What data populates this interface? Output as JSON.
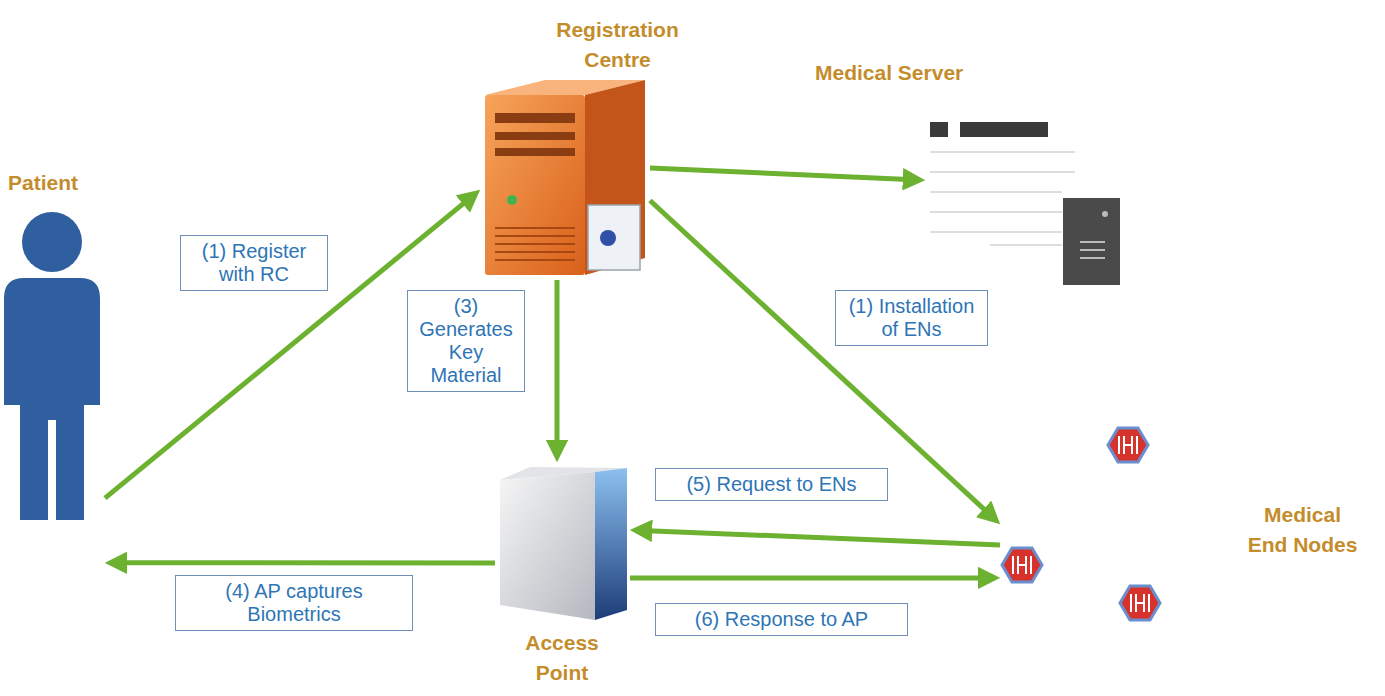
{
  "diagram": {
    "nodes": [
      {
        "text": [
          "Registration Centre"
        ]
      },
      {
        "text": [
          "Medical Server"
        ]
      },
      {
        "text": [
          "Patient"
        ]
      },
      {
        "text": [
          "Medical End Nodes"
        ]
      },
      {
        "text": [
          "Access Point"
        ]
      }
    ],
    "edges": [
      {
        "from": 2,
        "to": 0,
        "arrow": "to",
        "label": "(1) Register with RC"
      },
      {
        "from": 0,
        "to": 1,
        "arrow": "to"
      },
      {
        "from": 0,
        "to": 3,
        "arrow": "to",
        "label": "(1) Installation of ENs"
      },
      {
        "from": 0,
        "to": 4,
        "arrow": "to",
        "label": "(3) Generates Key Material"
      },
      {
        "from": 4,
        "to": 2,
        "arrow": "to",
        "label": "(4) AP captures Biometrics"
      },
      {
        "from": 3,
        "to": 4,
        "arrow": "to",
        "label": "(5) Request to ENs"
      },
      {
        "from": 4,
        "to": 3,
        "arrow": "to",
        "label": "(6) Response to AP"
      }
    ]
  }
}
